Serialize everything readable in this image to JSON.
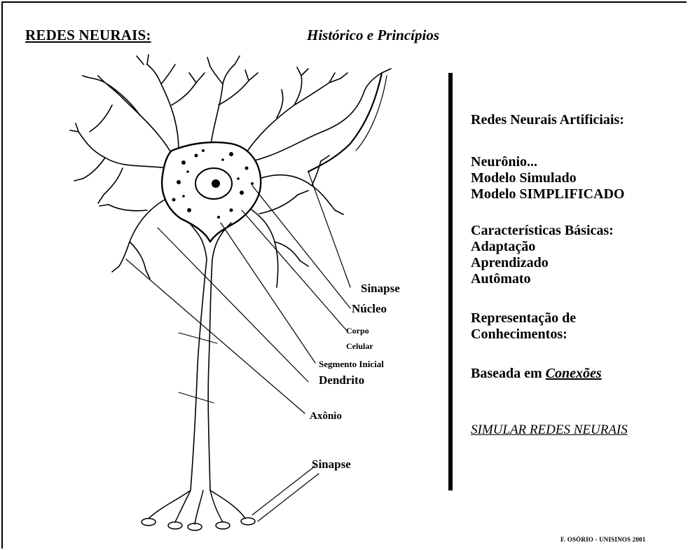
{
  "header": {
    "title": "REDES NEURAIS:",
    "subtitle": "Histórico e Princípios"
  },
  "diagram_labels": {
    "sinapse_top": "Sinapse",
    "nucleo": "Núcleo",
    "corpo_line1": "Corpo",
    "corpo_line2": "Celular",
    "segmento": "Segmento Inicial",
    "dendrito": "Dendrito",
    "axonio": "Axônio",
    "sinapse_bottom": "Sinapse"
  },
  "right_panel": {
    "heading": "Redes Neurais Artificiais:",
    "neuronio": "Neurônio...",
    "modelo_simulado": "Modelo Simulado",
    "modelo_simplificado": "Modelo SIMPLIFICADO",
    "caracteristicas": "Características Básicas:",
    "adaptacao": "Adaptação",
    "aprendizado": "Aprendizado",
    "automato": "Autômato",
    "representacao_1": "Representação de",
    "representacao_2": "Conhecimentos:",
    "baseada_prefix": "Baseada em ",
    "conexoes": "Conexões",
    "simular": "SIMULAR REDES NEURAIS"
  },
  "footer": {
    "credit": "F. OSÓRIO - UNISINOS 2001"
  }
}
